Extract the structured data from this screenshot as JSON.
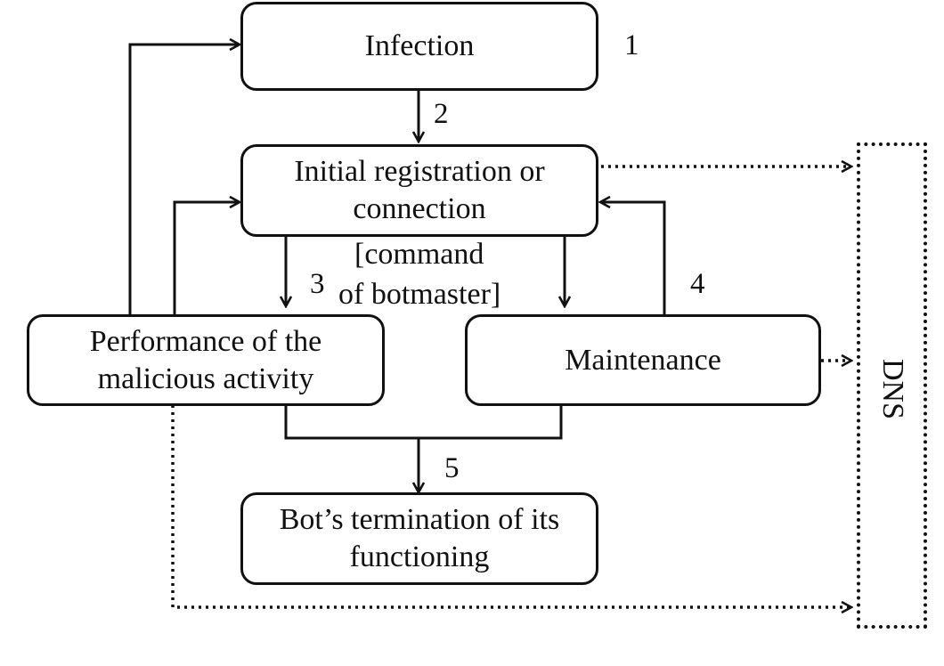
{
  "boxes": {
    "infection": "Infection",
    "registration_line1": "Initial registration or",
    "registration_line2": "connection",
    "performance_line1": "Performance of the",
    "performance_line2": "malicious activity",
    "maintenance": "Maintenance",
    "termination_line1": "Bot’s termination of its",
    "termination_line2": "functioning",
    "dns": "DNS"
  },
  "command_label": {
    "line1": "[command",
    "line2": "of botmaster]"
  },
  "step_numbers": {
    "n1": "1",
    "n2": "2",
    "n3": "3",
    "n4": "4",
    "n5": "5"
  }
}
